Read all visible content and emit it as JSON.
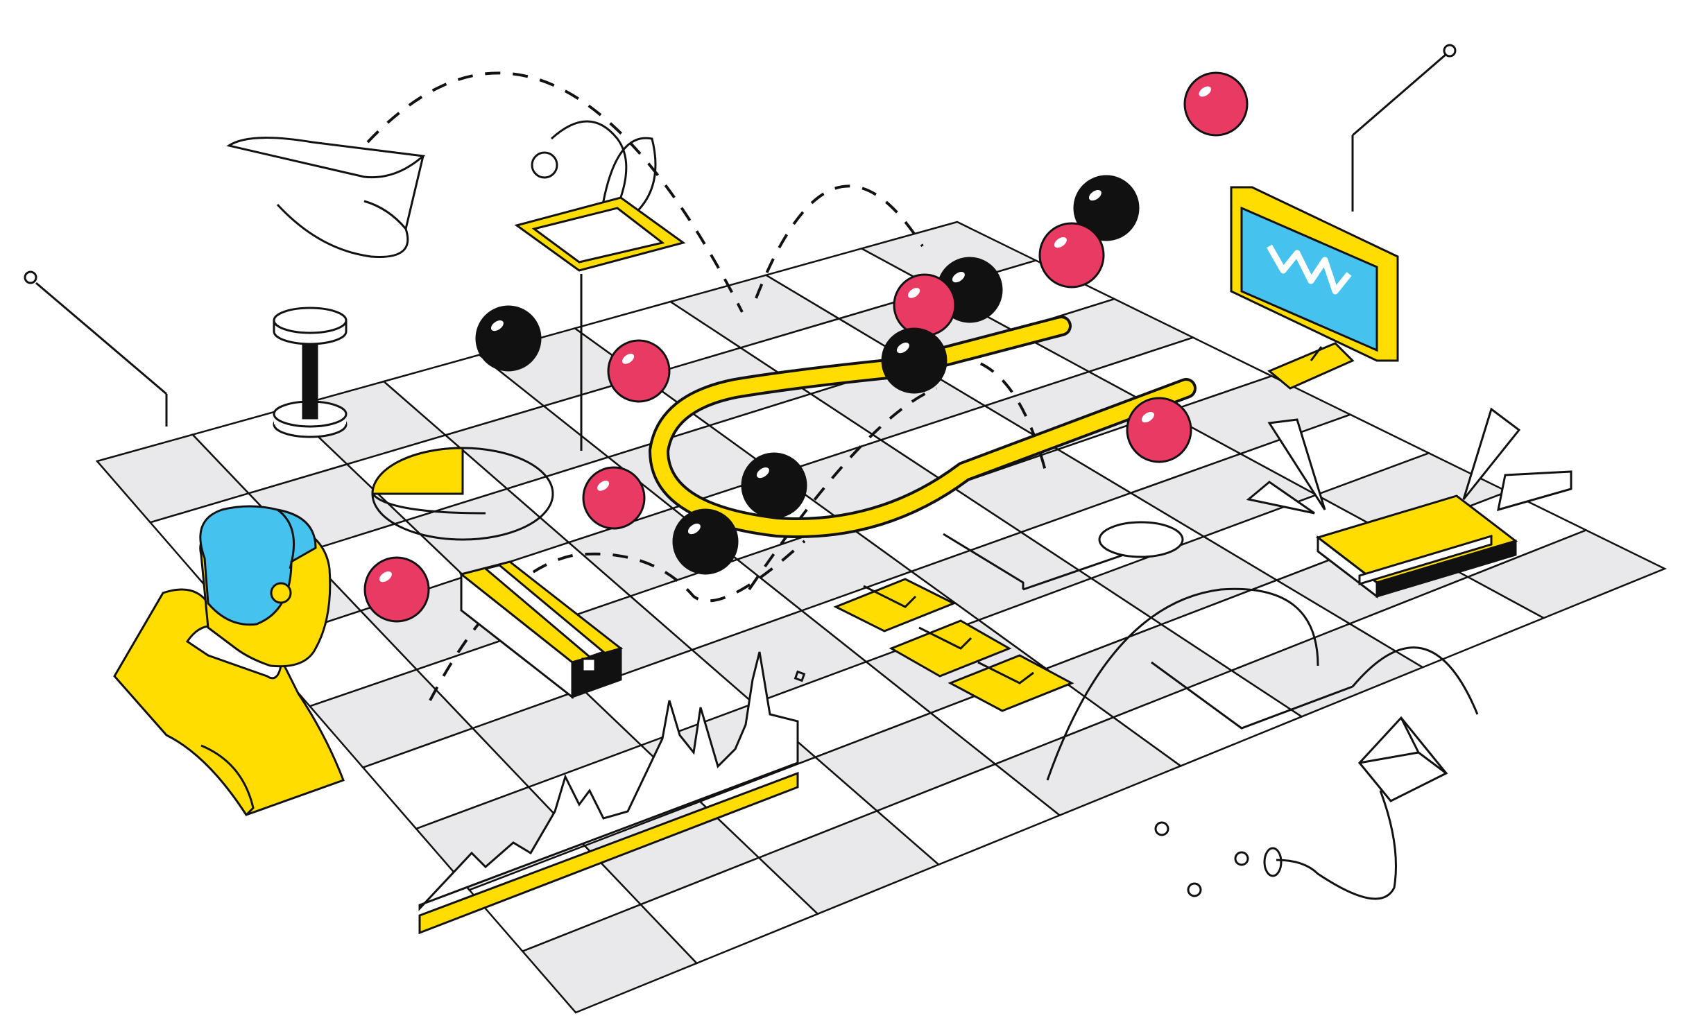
{
  "illustration": {
    "style": "isometric flat line-art",
    "colors": {
      "background": "#ffffff",
      "line": "#111111",
      "grid_fill": "#e9e9ec",
      "yellow": "#ffdd00",
      "red": "#e83a62",
      "black": "#111111",
      "blue": "#45c2ee"
    },
    "objects": [
      "isometric-grid-board",
      "person-figure",
      "red-balls",
      "black-balls",
      "yellow-tube-path",
      "monitor-with-waveform",
      "envelopes",
      "boxes",
      "dumbbell",
      "hollow-frame",
      "line-chart-ribbon",
      "megaphone-shapes",
      "paper-plane",
      "dashed-trajectories",
      "pins-and-lines"
    ]
  }
}
